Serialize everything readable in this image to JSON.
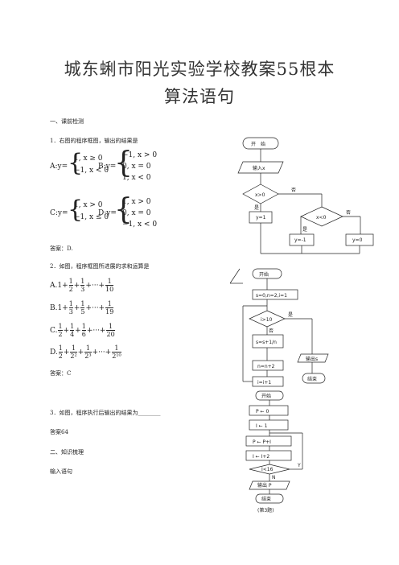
{
  "title": {
    "line1": "城东蜊市阳光实验学校教案55根本",
    "line2": "算法语句"
  },
  "section1": "一、课前检测",
  "q1": {
    "text": "1．右图的程序框图，输出的结果是",
    "a_label": "A:y=",
    "b_label": "B:y=",
    "c_label": "C:y=",
    "d_label": "D:y=",
    "a_cases": [
      "1, x ≥ 0",
      "−1, x < 0"
    ],
    "b_cases": [
      "−1, x > 0",
      "0, x = 0",
      "1, x < 0"
    ],
    "c_cases": [
      "1, x > 0",
      "−1, x ≤ 0"
    ],
    "d_cases": [
      "1, x > 0",
      "0, x = 0",
      "−1, x < 0"
    ],
    "answer": "答案：D."
  },
  "q2": {
    "text": "2．如图，程序框图所进展的求和运算是",
    "a_prefix": "A.1+",
    "b_prefix": "B.1+",
    "c_prefix": "C.",
    "d_prefix": "D.",
    "a_last": "10",
    "b_last": "19",
    "c_last": "20",
    "d_last": "2¹⁰",
    "answer": "答案：C"
  },
  "q3": {
    "text": "3．如图，程序执行后输出的结果为________",
    "answer": "答案64"
  },
  "section2": "二、知识梳理",
  "input_stmt": "输入语句",
  "flow1": {
    "start": "开　始",
    "input": "输入x",
    "cond1": "x>0",
    "yes1": "是",
    "no1": "否",
    "y1": "y=1",
    "cond2": "x<0",
    "yes2": "是",
    "no2": "否",
    "y2": "y=-1",
    "y3": "y=0"
  },
  "flow2": {
    "start": "开始",
    "init": "s=0,n=2,i=1",
    "cond": "i>10",
    "yes": "是",
    "no": "否",
    "sum": "s=s+1/n",
    "out": "输出s",
    "end": "结束",
    "n": "n=n+2",
    "i": "i=i+1"
  },
  "flow3": {
    "start": "开始",
    "p": "P ← 0",
    "i": "I ← 1",
    "pp": "P ← P+I",
    "ii": "I ← I+2",
    "cond": "I<16",
    "y": "Y",
    "n": "N",
    "out": "输出 P",
    "end": "结束",
    "caption": "(第3题)"
  }
}
